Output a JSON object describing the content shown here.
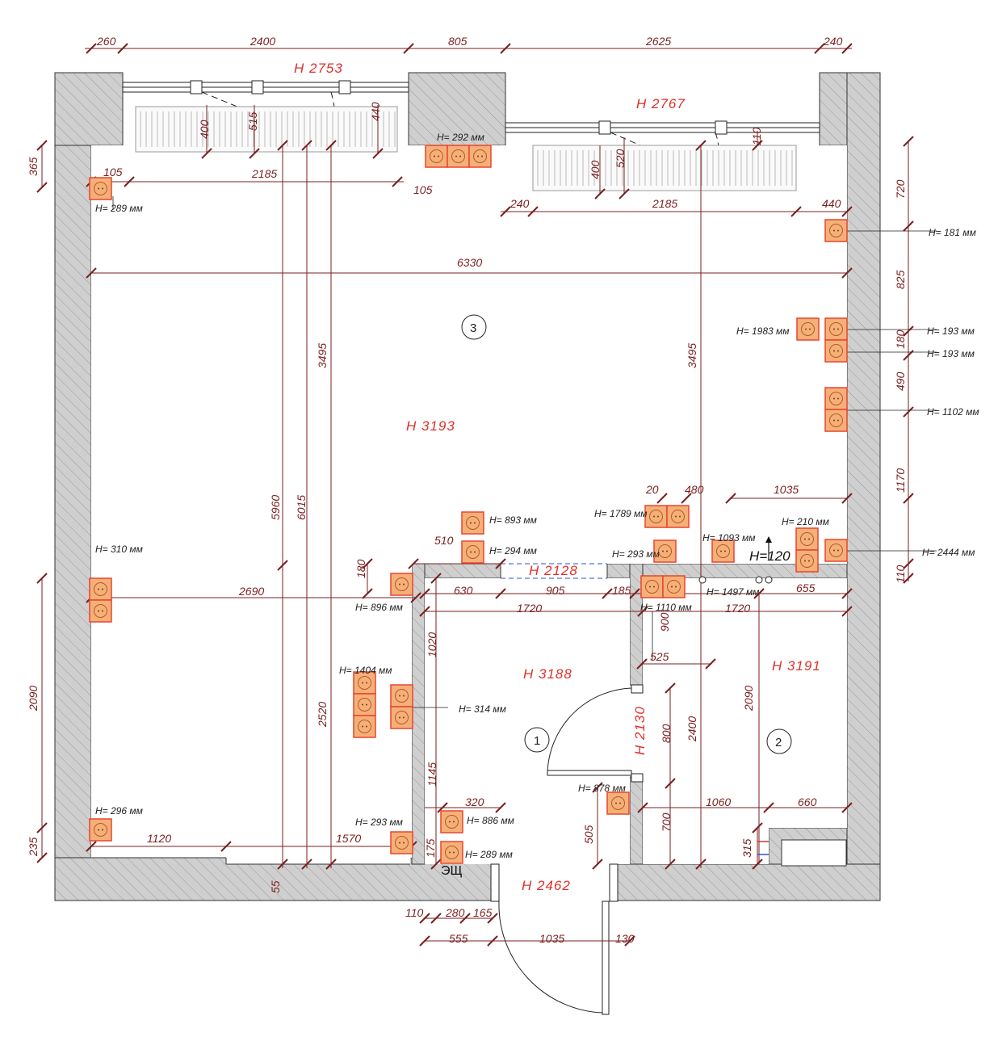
{
  "heights": {
    "window_left": "H 2753",
    "window_right": "H 2767",
    "room3": "H 3193",
    "opening": "H 2128",
    "room1": "H 3188",
    "room2": "H 3191",
    "door_between": "H 2130",
    "entrance": "H 2462",
    "h120": "H=120"
  },
  "rooms": {
    "r1": "1",
    "r2": "2",
    "r3": "3"
  },
  "panel": "ЭЩ",
  "sockets": {
    "s292": "H= 292 мм",
    "s289a": "H= 289 мм",
    "s181": "H= 181 мм",
    "s1983": "H= 1983 мм",
    "s193a": "H= 193 мм",
    "s193b": "H= 193 мм",
    "s1102": "H= 1102 мм",
    "s893": "H= 893 мм",
    "s294": "H= 294 мм",
    "s1789": "H= 1789 мм",
    "s293a": "H= 293 мм",
    "s1093": "H= 1093 мм",
    "s210": "H= 210 мм",
    "s2444": "H= 2444 мм",
    "s310": "H= 310 мм",
    "s896": "H= 896 мм",
    "s1497": "H= 1497 мм",
    "s1110": "H= 1110 мм",
    "s1404": "H= 1404 мм",
    "s314": "H= 314 мм",
    "s878": "H= 878 мм",
    "s296": "H= 296 мм",
    "s293b": "H= 293 мм",
    "s886": "H= 886 мм",
    "s289b": "H= 289 мм"
  },
  "dims": {
    "top260": "260",
    "top2400": "2400",
    "top805": "805",
    "top2625": "2625",
    "top240": "240",
    "d365": "365",
    "d105a": "105",
    "d2185a": "2185",
    "d105b": "105",
    "d400a": "400",
    "d515": "515",
    "d440a": "440",
    "d400b": "400",
    "d520": "520",
    "d110a": "110",
    "d240b": "240",
    "d2185b": "2185",
    "d440b": "440",
    "r720": "720",
    "r825": "825",
    "r180a": "180",
    "r490": "490",
    "r1170": "1170",
    "r110": "110",
    "d6330": "6330",
    "d3495a": "3495",
    "d3495b": "3495",
    "d5960": "5960",
    "d6015": "6015",
    "d20": "20",
    "d480": "480",
    "d1035a": "1035",
    "d510": "510",
    "d180b": "180",
    "d630": "630",
    "d905": "905",
    "d185": "185",
    "d655": "655",
    "d2690": "2690",
    "d1720a": "1720",
    "d1720b": "1720",
    "d1020": "1020",
    "d900": "900",
    "d525": "525",
    "d2090a": "2090",
    "d2090b": "2090",
    "d2520": "2520",
    "d800": "800",
    "d2400b": "2400",
    "d1145": "1145",
    "d320": "320",
    "d505": "505",
    "d700": "700",
    "d1060": "1060",
    "d660": "660",
    "d315": "315",
    "d175": "175",
    "d235": "235",
    "d1120": "1120",
    "d1570": "1570",
    "d55": "55",
    "d110b": "110",
    "d280": "280",
    "d165": "165",
    "d555": "555",
    "d1035b": "1035",
    "d130": "130"
  }
}
